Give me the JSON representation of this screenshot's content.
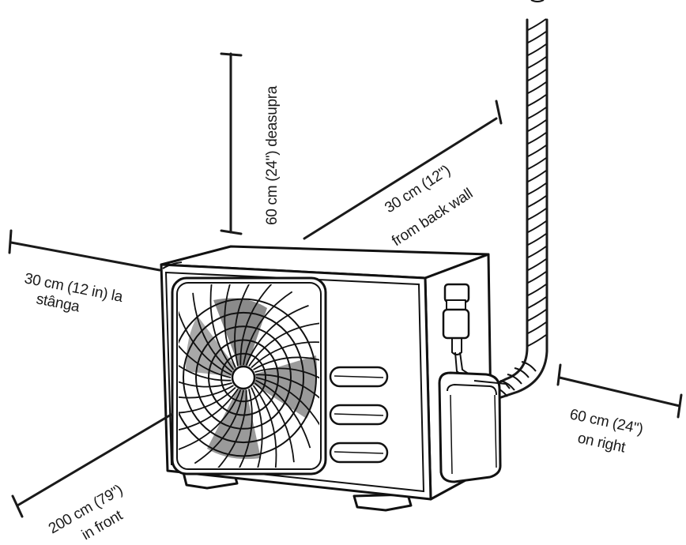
{
  "labels": {
    "top": "60 cm (24\") deasupra",
    "back_line1": "30 cm (12\")",
    "back_line2": "from back wall",
    "left_line1": "30 cm (12 in) la",
    "left_line2": "stânga",
    "right_line1": "60 cm (24\")",
    "right_line2": "on right",
    "front_line1": "200 cm (79\")",
    "front_line2": "in front"
  },
  "colors": {
    "ink": "#111111",
    "background": "#ffffff",
    "shade": "#8a8a8a"
  }
}
